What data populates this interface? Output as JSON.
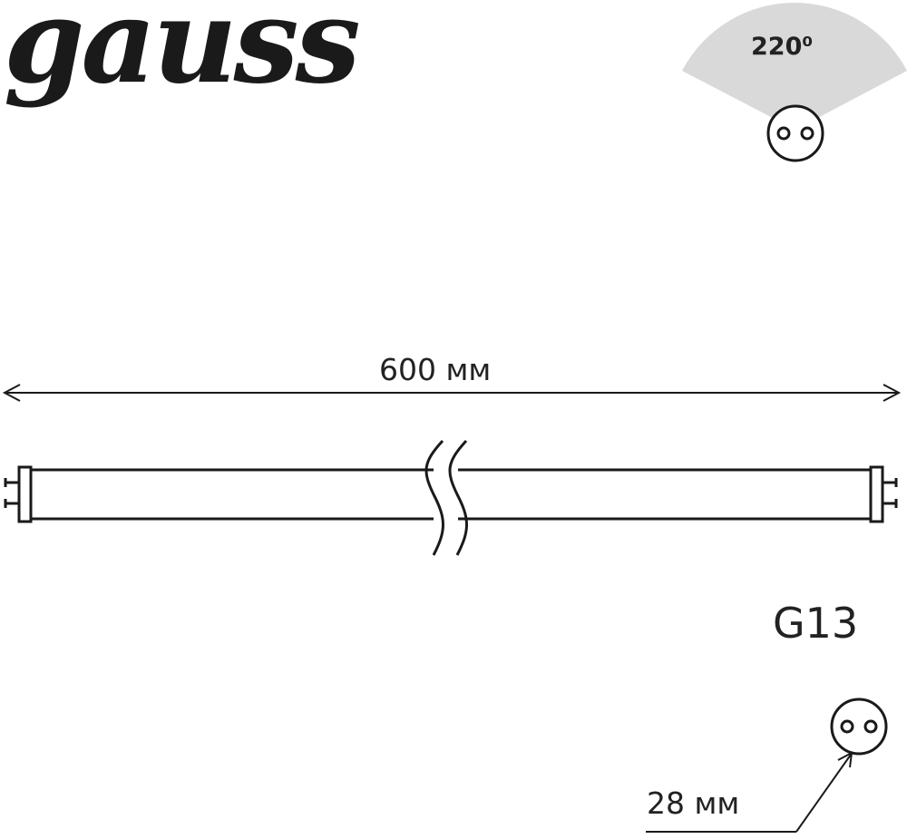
{
  "brand": {
    "logo_text": "gauss"
  },
  "beam_angle": {
    "label": "220⁰"
  },
  "length": {
    "label": "600 мм"
  },
  "base": {
    "label": "G13"
  },
  "diameter": {
    "label": "28 мм"
  },
  "colors": {
    "line": "#1a1a1a",
    "beam_fill": "#d9d9d9",
    "background": "#ffffff"
  },
  "icons": {
    "connector_top": "g13-pin-end-icon",
    "connector_bottom": "g13-pin-end-icon"
  }
}
